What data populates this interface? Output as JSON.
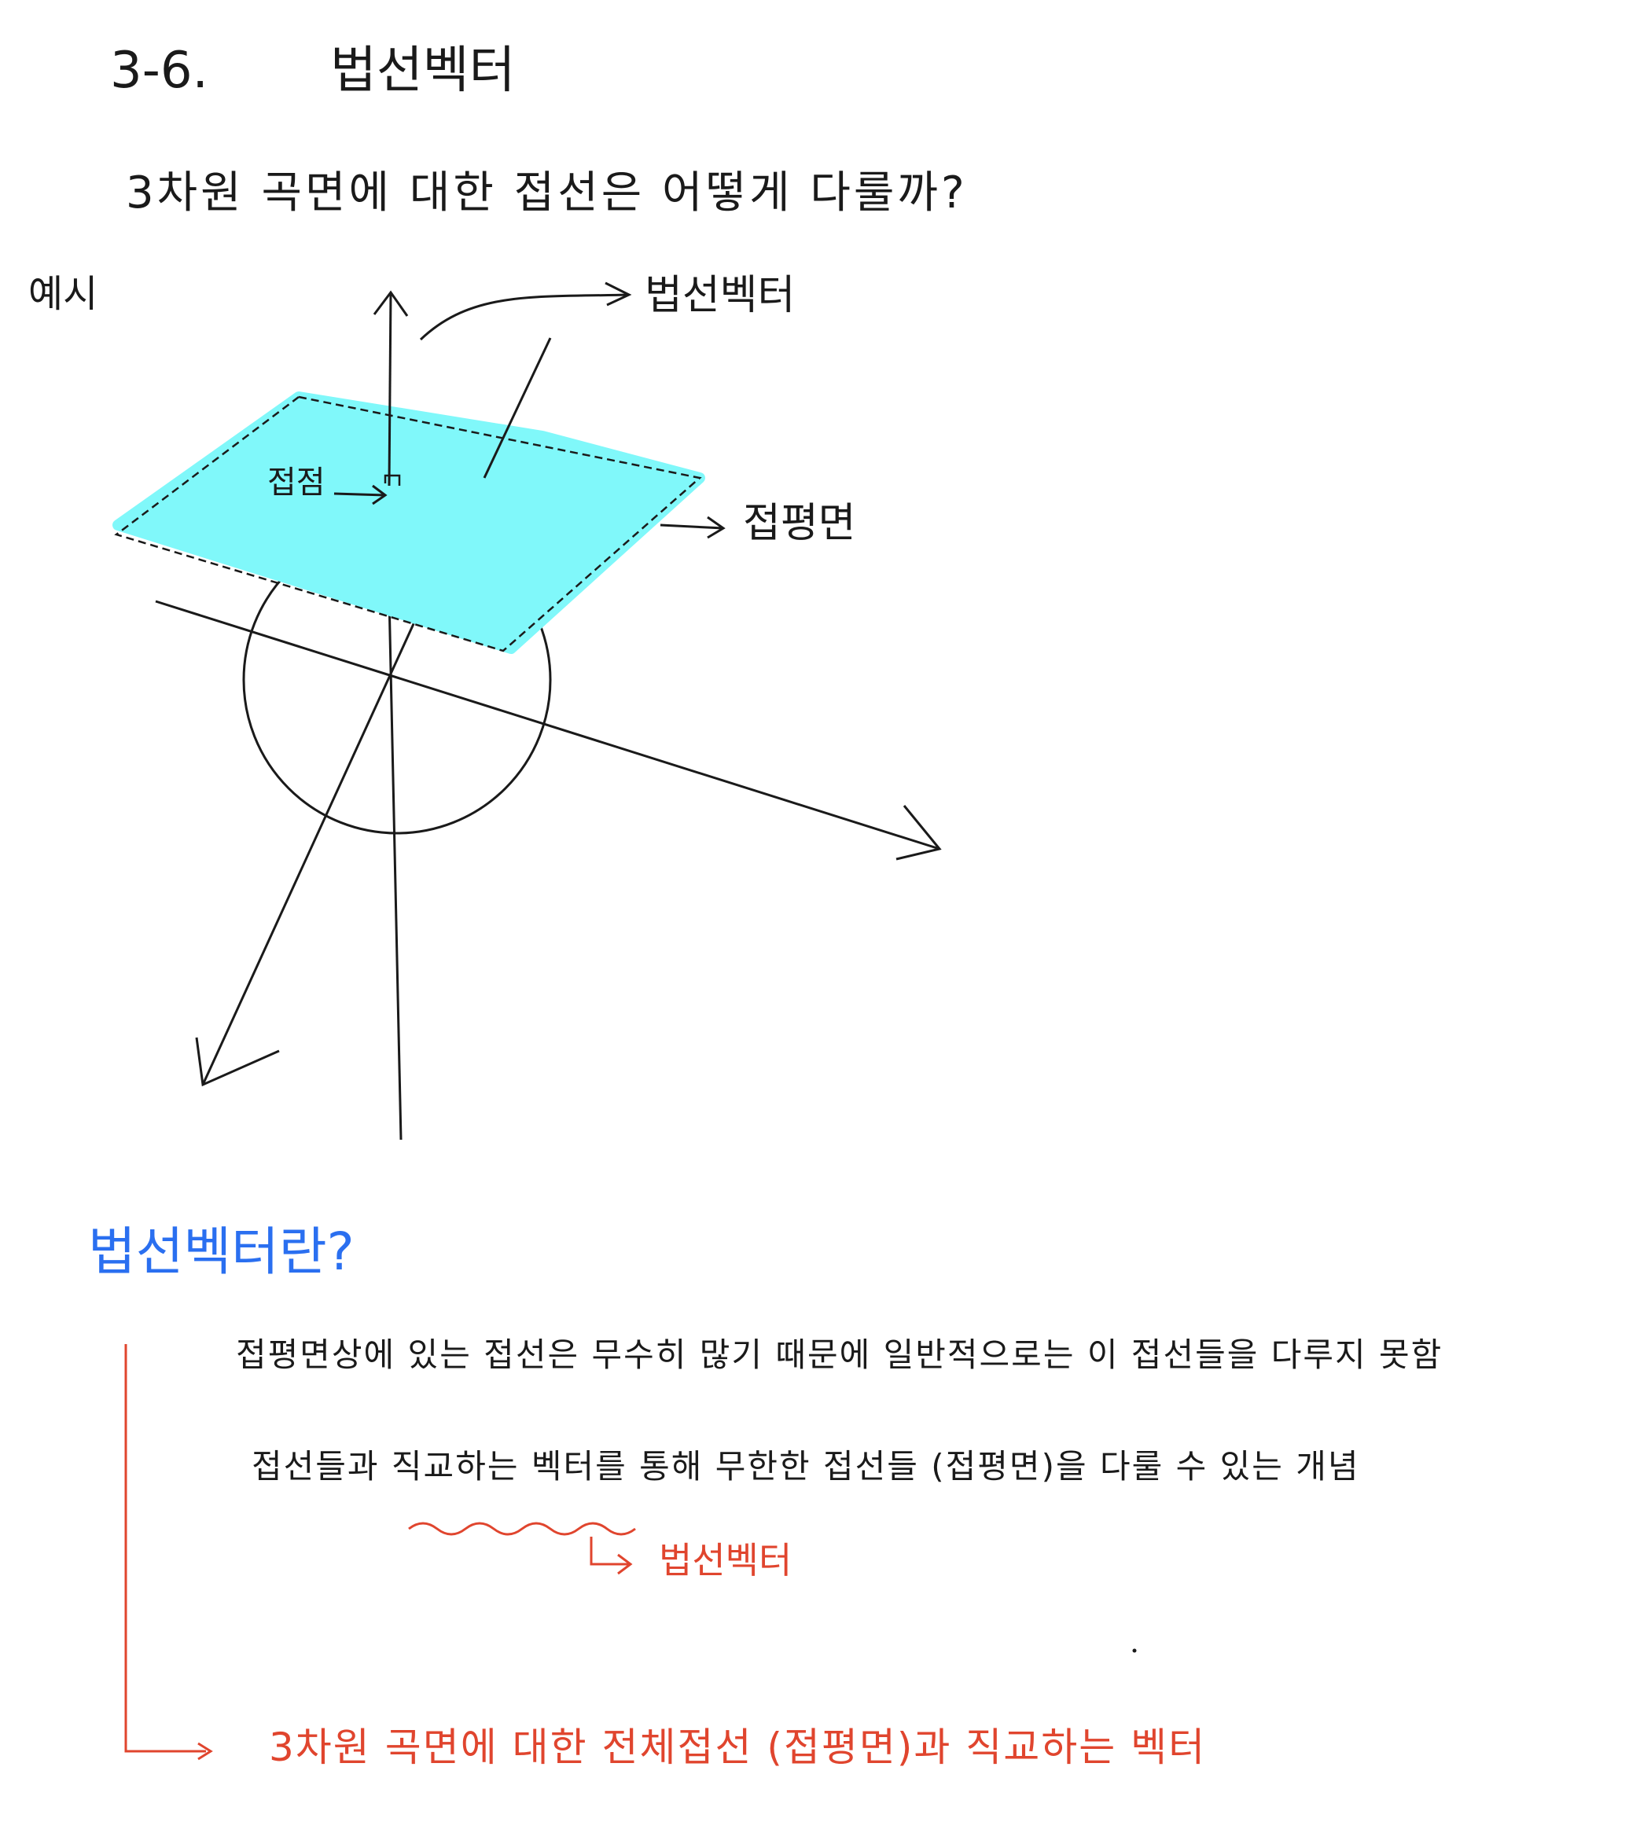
{
  "header": {
    "section_number": "3-6.",
    "section_title": "법선벡터"
  },
  "question": "3차원 곡면에 대한 접선은 어떻게 다룰까?",
  "example": {
    "label": "예시",
    "normal_vector_label": "법선벡터",
    "tangent_point_label": "접점",
    "tangent_plane_label": "접평면"
  },
  "definition": {
    "heading": "법선벡터란?",
    "line1": "접평면상에 있는 접선은 무수히 많기 때문에 일반적으로는 이 접선들을 다루지 못함",
    "line2": "접선들과 직교하는 벡터를 통해 무한한 접선들 (접평면)을 다룰 수 있는 개념",
    "annotation": "법선벡터",
    "summary": "3차원 곡면에 대한 전체접선 (접평면)과 직교하는 벡터"
  },
  "colors": {
    "ink": "#1a1a1a",
    "plane_fill": "#80f8fa",
    "heading_blue": "#2a6ff0",
    "annotation_red": "#e0452e"
  }
}
